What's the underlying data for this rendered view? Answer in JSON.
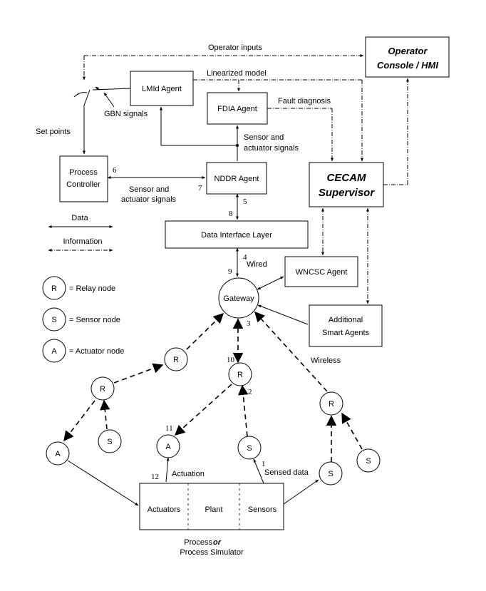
{
  "boxes": {
    "operator_console": [
      "Operator",
      "Console / HMI"
    ],
    "lmid_agent": "LMId Agent",
    "fdia_agent": "FDIA Agent",
    "process_controller": [
      "Process",
      "Controller"
    ],
    "nddr_agent": "NDDR Agent",
    "cecam_supervisor": [
      "CECAM",
      "Supervisor"
    ],
    "data_interface_layer": "Data Interface Layer",
    "wncsc_agent": "WNCSC Agent",
    "additional_agents": [
      "Additional",
      "Smart Agents"
    ],
    "plant_sections": [
      "Actuators",
      "Plant",
      "Sensors"
    ]
  },
  "labels": {
    "operator_inputs": "Operator inputs",
    "linearized_model": "Linearized model",
    "fault_diagnosis": "Fault diagnosis",
    "gbn_signals": "GBN signals",
    "set_points": "Set points",
    "sensor_actuator_upper": [
      "Sensor and",
      "actuator signals"
    ],
    "sensor_actuator_lower": [
      "Sensor and",
      "actuator signals"
    ],
    "wired": "Wired",
    "wireless": "Wireless",
    "actuation": "Actuation",
    "sensed_data": "Sensed data",
    "process_pre": "Process ",
    "process_or": "or",
    "process_simulator": "Process Simulator"
  },
  "gateway": "Gateway",
  "nodes": {
    "relay": "R",
    "sensor": "S",
    "actuator": "A"
  },
  "legend": {
    "data": "Data",
    "information": "Information",
    "relay": "= Relay node",
    "sensor": "= Sensor node",
    "actuator": "= Actuator node"
  },
  "numbers": [
    "1",
    "2",
    "3",
    "4",
    "5",
    "6",
    "7",
    "8",
    "9",
    "10",
    "11",
    "12"
  ]
}
